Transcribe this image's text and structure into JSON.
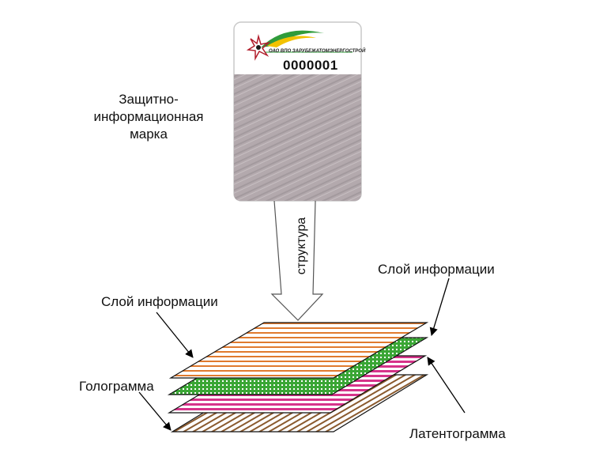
{
  "mark": {
    "label_line1": "Защитно-",
    "label_line2": "информационная",
    "label_line3": "марка",
    "org_text": "ОАО ВПО ЗАРУБЕЖАТОМЭНЕРГОСТРОЙ",
    "code": "0000001"
  },
  "arrow": {
    "label": "структура"
  },
  "layers": {
    "info_top_label": "Слой информации",
    "info_right_label": "Слой информации",
    "hologram_label": "Голограмма",
    "latent_label": "Латентограмма"
  },
  "colors": {
    "orange": "#e07a2e",
    "green": "#3aa635",
    "magenta": "#d6338a",
    "brown": "#8a5a2e",
    "card_gray": "#b3a9ad"
  }
}
